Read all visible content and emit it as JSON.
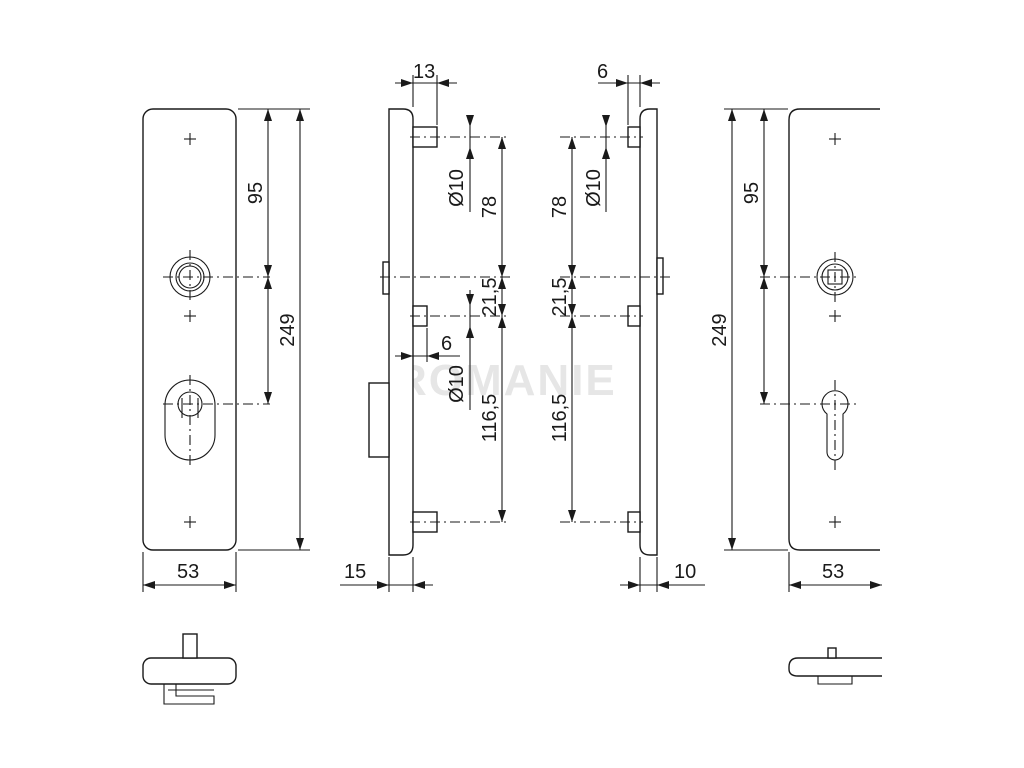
{
  "watermark": "ROMANIE",
  "front_left": {
    "width": "53",
    "top_to_handle": "95",
    "handle_to_cylinder": "249"
  },
  "side_left": {
    "pin_width": "13",
    "pin_diameter_top": "Ø10",
    "pin_diameter_mid": "Ø10",
    "pin_offset": "6",
    "top_to_handle": "78",
    "handle_to_mid_pin": "21,5",
    "mid_pin_to_bottom_pin": "116,5",
    "plate_thickness": "15"
  },
  "side_right": {
    "pin_width": "6",
    "pin_diameter_top": "Ø10",
    "top_to_handle": "78",
    "handle_to_mid_pin": "21,5",
    "mid_pin_to_bottom_pin": "116,5",
    "plate_thickness": "10"
  },
  "front_right": {
    "top_to_handle": "95",
    "total_length": "249",
    "width": "53"
  }
}
